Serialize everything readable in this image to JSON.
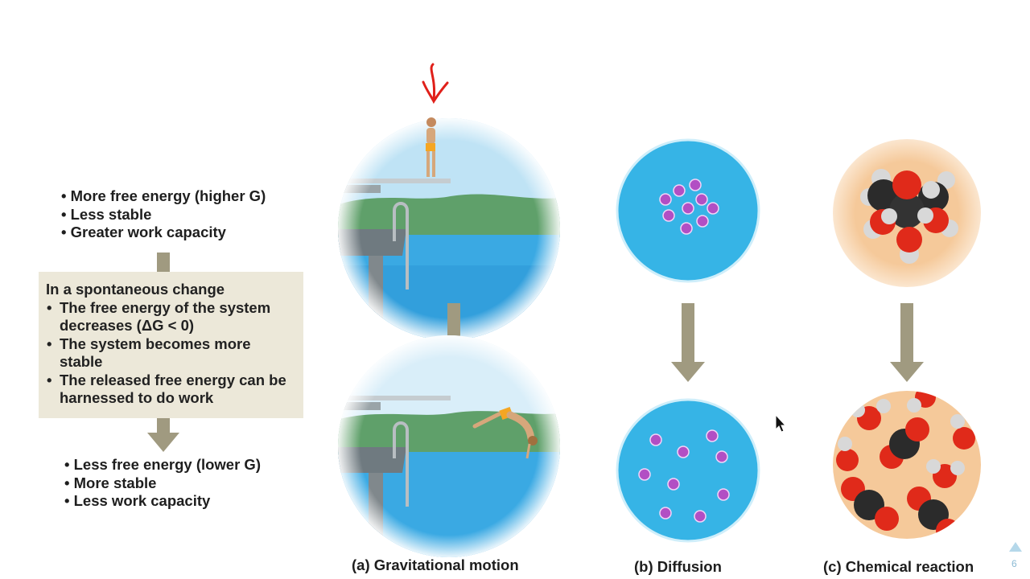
{
  "top_state": {
    "items": [
      "More free energy (higher G)",
      "Less stable",
      "Greater work capacity"
    ]
  },
  "spontaneous_box": {
    "heading": "In a spontaneous change",
    "items": [
      "The free energy of the system decreases (ΔG < 0)",
      "The system becomes more stable",
      "The released free energy can be harnessed to do work"
    ]
  },
  "bottom_state": {
    "items": [
      "Less free energy (lower G)",
      "More stable",
      "Less work capacity"
    ]
  },
  "panels": {
    "a_label": "(a) Gravitational motion",
    "b_label": "(b) Diffusion",
    "c_label": "(c) Chemical reaction"
  },
  "slide_number": "6",
  "colors": {
    "arrow": "#a09a80",
    "box_bg": "#ece8d9",
    "water": "#36b4e6",
    "particle": "#b24fc4",
    "annotation": "#e0201a",
    "oxygen": "#e02a1a",
    "carbon": "#2b2b2b",
    "hydrogen": "#d8d8d8",
    "reaction_bg": "#f5c99a"
  }
}
